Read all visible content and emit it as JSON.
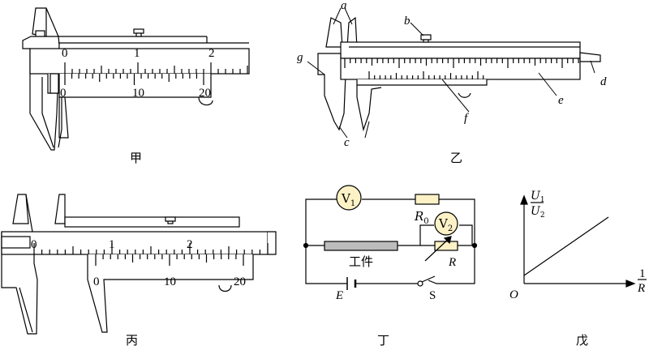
{
  "caliper_jia": {
    "caption": "甲",
    "main_labels": [
      "0",
      "1",
      "2"
    ],
    "vernier_labels": [
      "0",
      "10",
      "20"
    ]
  },
  "caliper_yi": {
    "caption": "乙",
    "part_labels": {
      "a": "a",
      "b": "b",
      "c": "c",
      "d": "d",
      "e": "e",
      "f": "f",
      "g": "g"
    }
  },
  "caliper_bing": {
    "caption": "丙",
    "main_labels": [
      "0",
      "1",
      "2"
    ],
    "vernier_labels": [
      "0",
      "10",
      "20"
    ]
  },
  "circuit_ding": {
    "caption": "丁",
    "v1_letter": "V",
    "v1_sub": "1",
    "v2_letter": "V",
    "v2_sub": "2",
    "r0_letter": "R",
    "r0_sub": "0",
    "workpiece": "工件",
    "r_label": "R",
    "e_label": "E",
    "s_label": "S"
  },
  "graph_wu": {
    "caption": "戊",
    "y_num": "U",
    "y_num_sub": "1",
    "y_den": "U",
    "y_den_sub": "2",
    "x_num": "1",
    "x_den": "R",
    "origin": "O"
  }
}
